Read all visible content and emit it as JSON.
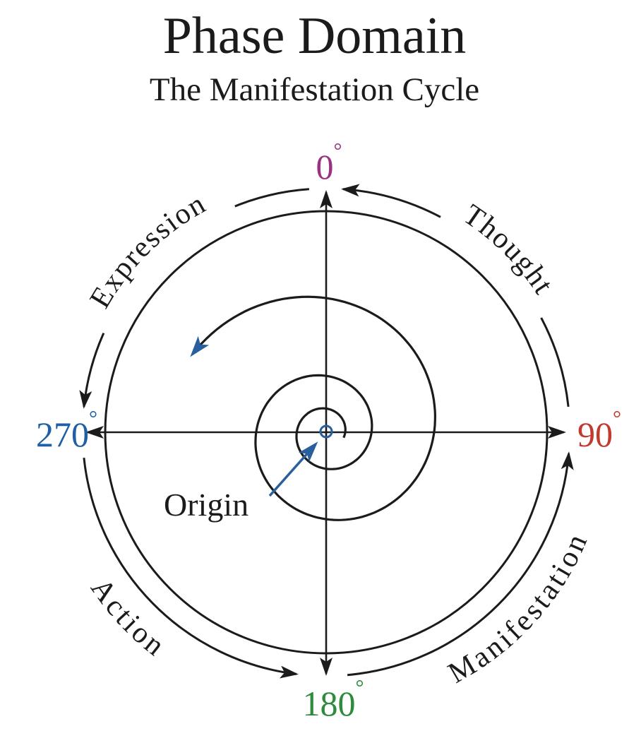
{
  "header": {
    "title": "Phase Domain",
    "subtitle": "The Manifestation Cycle"
  },
  "cycle": {
    "direction": "counterclockwise",
    "degree_markers": [
      {
        "value": "0",
        "symbol": "°",
        "position": "top",
        "color": "#993380"
      },
      {
        "value": "90",
        "symbol": "°",
        "position": "right",
        "color": "#c13a2d"
      },
      {
        "value": "180",
        "symbol": "°",
        "position": "bottom",
        "color": "#2e8b3c"
      },
      {
        "value": "270",
        "symbol": "°",
        "position": "left",
        "color": "#1e5fa5"
      }
    ],
    "phases": [
      {
        "label": "Expression",
        "quadrant": "top-left"
      },
      {
        "label": "Thought",
        "quadrant": "top-right"
      },
      {
        "label": "Action",
        "quadrant": "bottom-left"
      },
      {
        "label": "Manifestation",
        "quadrant": "bottom-right"
      }
    ],
    "center": {
      "label": "Origin"
    },
    "colors": {
      "line": "#1b1b1b",
      "accent_blue": "#2a5f9e"
    }
  }
}
